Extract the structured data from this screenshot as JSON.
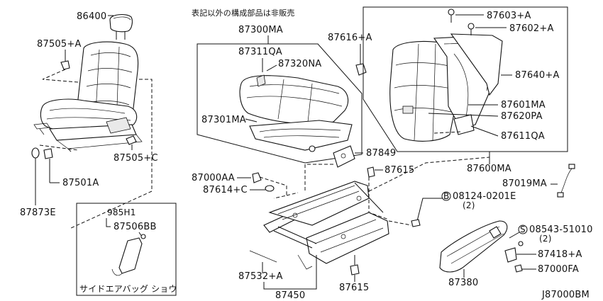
{
  "note": "表記以外の構成部品は非販売",
  "diagram_code": "J87000BM",
  "labels": {
    "p86400": "86400",
    "p87505a": "87505+A",
    "p87505c": "87505+C",
    "p87501a": "87501A",
    "p87873e": "87873E",
    "p87300ma": "87300MA",
    "p87311qa": "87311QA",
    "p87320na": "87320NA",
    "p87301ma": "87301MA",
    "p87616a": "87616+A",
    "p87603a": "87603+A",
    "p87602a": "87602+A",
    "p87640a": "87640+A",
    "p87601ma": "87601MA",
    "p87620pa": "87620PA",
    "p87611qa": "87611QA",
    "p87600ma": "87600MA",
    "p87019ma": "87019MA",
    "p87849": "87849",
    "p87000aa": "87000AA",
    "p87614c": "87614+C",
    "p87615a": "87615",
    "p87615b": "87615",
    "p08124": "08124-0201E",
    "p08124qty": "(2)",
    "p08124mark": "B",
    "p08543": "08543-51010",
    "p08543qty": "(2)",
    "p08543mark": "S",
    "p87418a": "87418+A",
    "p87000fa": "87000FA",
    "p87532a": "87532+A",
    "p87450": "87450",
    "p87380": "87380",
    "p985h1": "985H1",
    "p87506bb": "87506BB",
    "airbag_caption": "サイドエアバッグ ショウ"
  }
}
